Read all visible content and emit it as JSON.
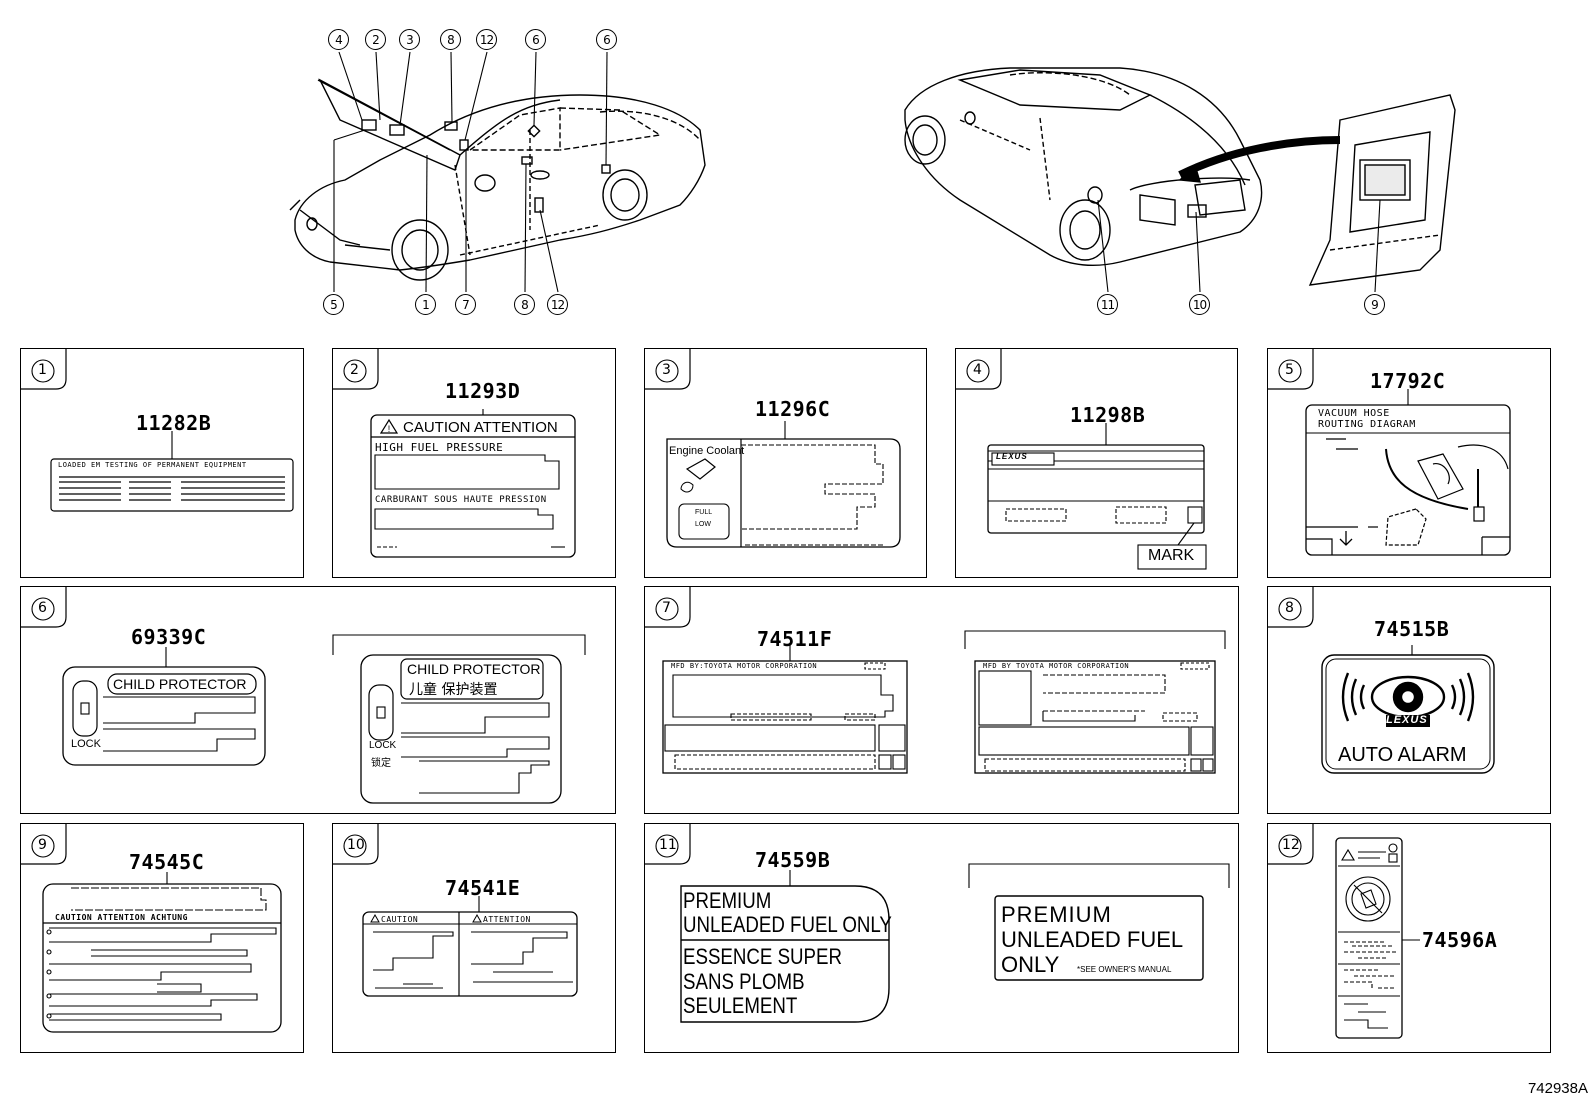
{
  "figure_id": "742938A",
  "callouts_top": {
    "c4": "4",
    "c2": "2",
    "c3": "3",
    "c8": "8",
    "c12": "12",
    "c6a": "6",
    "c6b": "6",
    "c5": "5",
    "c1": "1",
    "c7": "7",
    "c8b": "8",
    "c12b": "12",
    "c11": "11",
    "c10": "10",
    "c9": "9"
  },
  "panels": {
    "p1": {
      "index": "1",
      "part": "11282B",
      "header": "LOADED EM TESTING OF PERMANENT EQUIPMENT"
    },
    "p2": {
      "index": "2",
      "part": "11293D",
      "caution": "CAUTION  ATTENTION",
      "line1": "HIGH   FUEL PRESSURE",
      "line2": "CARBURANT SOUS HAUTE PRESSION"
    },
    "p3": {
      "index": "3",
      "part": "11296C",
      "title": "Engine Coolant",
      "full": "FULL",
      "low": "LOW"
    },
    "p4": {
      "index": "4",
      "part": "11298B",
      "brand": "LEXUS",
      "mark": "MARK"
    },
    "p5": {
      "index": "5",
      "part": "17792C",
      "line1": "VACUUM HOSE",
      "line2": "ROUTING DIAGRAM"
    },
    "p6": {
      "index": "6",
      "part": "69339C",
      "title": "CHILD PROTECTOR",
      "lock": "LOCK",
      "title_b": "CHILD  PROTECTOR",
      "title_b_cn": "儿童  保护装置",
      "lock_b": "LOCK",
      "lock_b_cn": "锁定"
    },
    "p7": {
      "index": "7",
      "part": "74511F",
      "mfr": "MFD BY:TOYOTA MOTOR CORPORATION",
      "mfr_b": "MFD BY TOYOTA MOTOR CORPORATION"
    },
    "p8": {
      "index": "8",
      "part": "74515B",
      "brand": "LEXUS",
      "text": "AUTO ALARM"
    },
    "p9": {
      "index": "9",
      "part": "74545C",
      "header": "CAUTION  ATTENTION  ACHTUNG"
    },
    "p10": {
      "index": "10",
      "part": "74541E",
      "caution": "CAUTION",
      "attention": "ATTENTION"
    },
    "p11": {
      "index": "11",
      "part": "74559B",
      "a1": "PREMIUM",
      "a2": "UNLEADED FUEL ONLY",
      "a3": "ESSENCE SUPER",
      "a4": "SANS PLOMB",
      "a5": "SEULEMENT",
      "b1": "PREMIUM",
      "b2": "UNLEADED FUEL",
      "b3": "ONLY",
      "b4": "*SEE OWNER'S MANUAL"
    },
    "p12": {
      "index": "12",
      "part": "74596A"
    }
  }
}
